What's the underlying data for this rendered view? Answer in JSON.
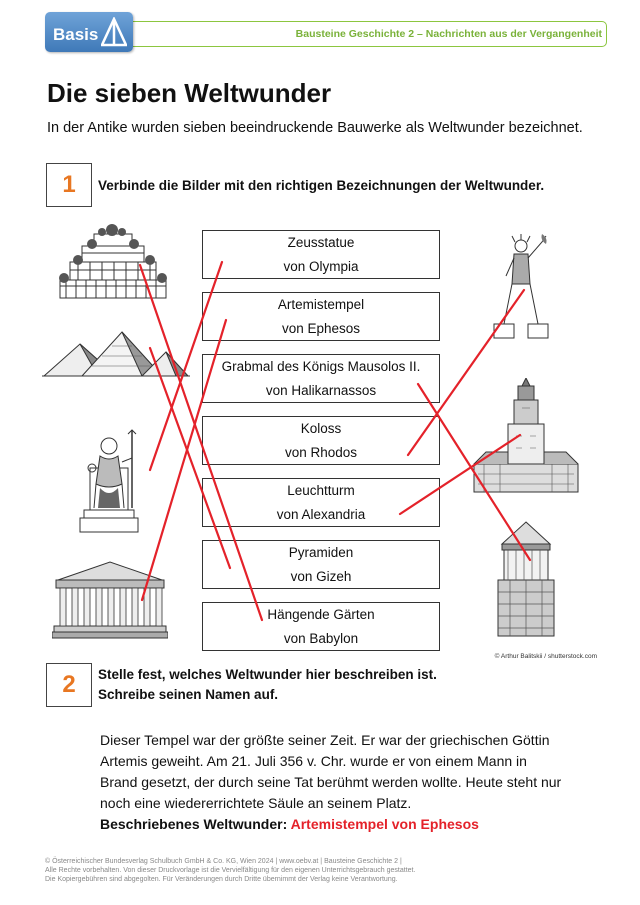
{
  "header": {
    "logo_text": "Basis",
    "title": "Bausteine Geschichte 2 – Nachrichten aus der Vergangenheit"
  },
  "page_title": "Die sieben Weltwunder",
  "intro": "In der Antike wurden sieben beeindruckende Bauwerke als Weltwunder bezeichnet.",
  "task1": {
    "number": "1",
    "instruction": "Verbinde die Bilder mit den richtigen Bezeichnungen der Weltwunder."
  },
  "terms": [
    {
      "line1": "Zeusstatue",
      "line2": "von Olympia"
    },
    {
      "line1": "Artemistempel",
      "line2": "von Ephesos"
    },
    {
      "line1": "Grabmal des Königs Mausolos II.",
      "line2": "von Halikarnassos"
    },
    {
      "line1": "Koloss",
      "line2": "von Rhodos"
    },
    {
      "line1": "Leuchtturm",
      "line2": "von Alexandria"
    },
    {
      "line1": "Pyramiden",
      "line2": "von Gizeh"
    },
    {
      "line1": "Hängende Gärten",
      "line2": "von Babylon"
    }
  ],
  "image_credit": "© Arthur Balitskii / shutterstock.com",
  "task2": {
    "number": "2",
    "instruction_line1": "Stelle fest, welches Weltwunder hier beschreiben ist.",
    "instruction_line2": "Schreibe seinen Namen auf."
  },
  "description_lines": [
    "Dieser Tempel war der größte seiner Zeit. Er war der griechischen Göttin",
    "Artemis geweiht. Am 21. Juli 356 v. Chr. wurde er von einem Mann in",
    "Brand gesetzt, der durch seine Tat berühmt werden wollte. Heute steht nur",
    "noch eine wiedererrichtete Säule an seinem Platz."
  ],
  "answer_label": "Beschriebenes Weltwunder:",
  "answer_value": "Artemistempel von Ephesos",
  "footer_lines": [
    "© Österreichischer Bundesverlag Schulbuch GmbH & Co. KG, Wien 2024 | www.oebv.at | Bausteine Geschichte 2 |",
    "Alle Rechte vorbehalten. Von dieser Druckvorlage ist die Vervielfältigung für den eigenen Unterrichtsgebrauch gestattet.",
    "Die Kopiergebühren sind abgegolten. Für Veränderungen durch Dritte übernimmt der Verlag keine Verantwortung."
  ],
  "colors": {
    "accent_green": "#8cc63f",
    "number_orange": "#e87722",
    "answer_red": "#e4222a",
    "logo_blue": "#3f79b8"
  }
}
